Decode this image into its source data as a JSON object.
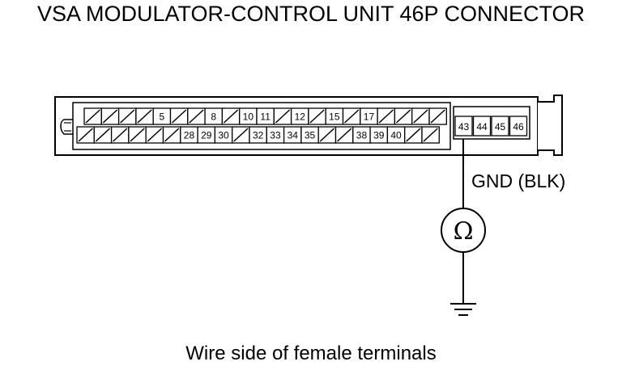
{
  "title": "VSA MODULATOR-CONTROL UNIT 46P CONNECTOR",
  "caption": "Wire side of female terminals",
  "probe_label": "GND (BLK)",
  "meter_symbol": "Ω",
  "connector": {
    "top_row": [
      "",
      "",
      "",
      "",
      "5",
      "",
      "",
      "8",
      "",
      "10",
      "11",
      "",
      "12",
      "",
      "15",
      "",
      "17",
      "",
      "",
      "",
      ""
    ],
    "bottom_row": [
      "",
      "",
      "",
      "",
      "",
      "",
      "28",
      "29",
      "30",
      "",
      "32",
      "33",
      "34",
      "35",
      "",
      "",
      "38",
      "39",
      "40",
      "",
      ""
    ],
    "right_block": [
      "43",
      "44",
      "45",
      "46"
    ],
    "measured_terminal": "43"
  }
}
